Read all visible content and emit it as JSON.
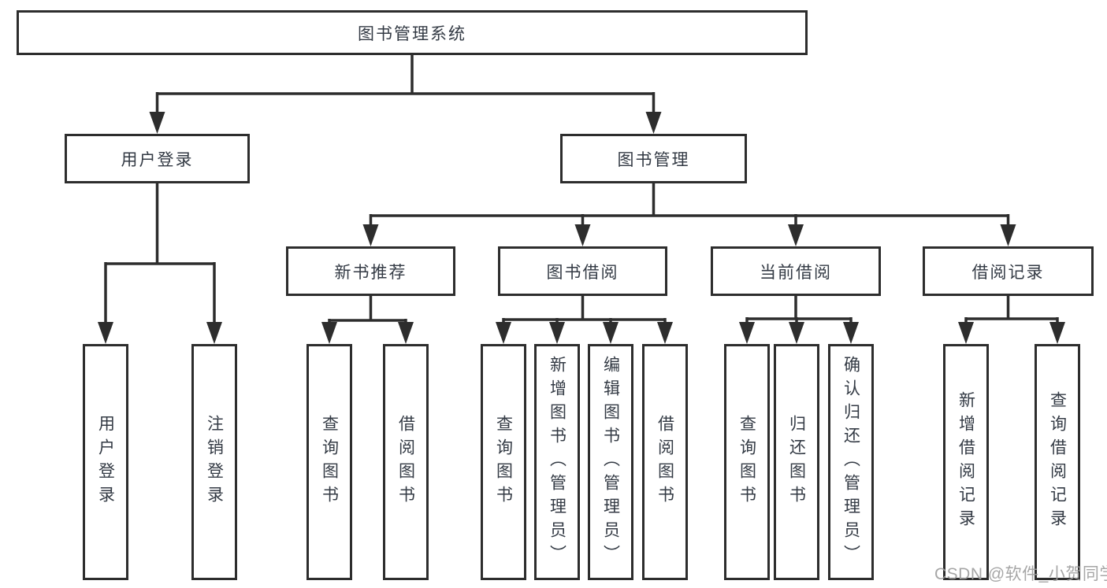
{
  "colors": {
    "background": "#ffffff",
    "line": "#2d2d2d",
    "box_border": "#2d2d2d",
    "text": "#333a44",
    "watermark": "#9e9e9e"
  },
  "tree": {
    "root": {
      "label": "图书管理系统"
    },
    "branches": [
      {
        "label": "用户登录",
        "children": [
          {
            "label": "用户登录"
          },
          {
            "label": "注销登录"
          }
        ]
      },
      {
        "label": "图书管理",
        "children": [
          {
            "label": "新书推荐",
            "children": [
              {
                "label": "查询图书"
              },
              {
                "label": "借阅图书"
              }
            ]
          },
          {
            "label": "图书借阅",
            "children": [
              {
                "label": "查询图书"
              },
              {
                "label": "新增图书（管理员）"
              },
              {
                "label": "编辑图书（管理员）"
              },
              {
                "label": "借阅图书"
              }
            ]
          },
          {
            "label": "当前借阅",
            "children": [
              {
                "label": "查询图书"
              },
              {
                "label": "归还图书"
              },
              {
                "label": "确认归还（管理员）"
              }
            ]
          },
          {
            "label": "借阅记录",
            "children": [
              {
                "label": "新增借阅记录"
              },
              {
                "label": "查询借阅记录"
              }
            ]
          }
        ]
      }
    ]
  },
  "watermark": {
    "text": "CSDN @软件_小贺同学"
  }
}
